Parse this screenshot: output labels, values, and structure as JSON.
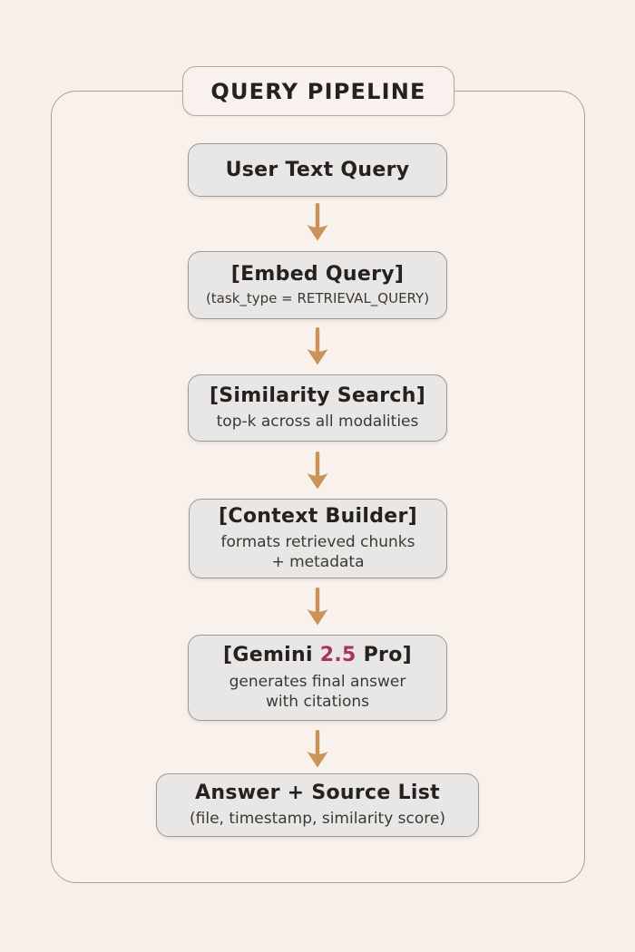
{
  "title": "QUERY PIPELINE",
  "nodes": [
    {
      "id": "user-text-query",
      "heading": "User Text Query"
    },
    {
      "id": "embed-query",
      "heading": "[Embed Query]",
      "subtitle_lines": [
        "(task_type = RETRIEVAL_QUERY)"
      ]
    },
    {
      "id": "similarity-search",
      "heading": "[Similarity Search]",
      "subtitle_lines": [
        "top-k across all modalities"
      ]
    },
    {
      "id": "context-builder",
      "heading": "[Context Builder]",
      "subtitle_lines": [
        "formats retrieved chunks",
        "+ metadata"
      ]
    },
    {
      "id": "gemini-2-5-pro",
      "heading_prefix": "[Gemini ",
      "heading_highlight": "2.5",
      "heading_suffix": " Pro]",
      "subtitle_lines": [
        "generates final answer",
        "with citations"
      ]
    },
    {
      "id": "answer-source-list",
      "heading": "Answer + Source List",
      "subtitle_lines": [
        "(file, timestamp, similarity score)"
      ]
    }
  ],
  "colors": {
    "background": "#f8efe9",
    "panel_border": "#a8a29b",
    "node_fill": "#e9e7e5",
    "node_border": "#9b9a97",
    "arrow": "#c9935a",
    "heading_text": "#24211f",
    "subtitle_text": "#3b3835",
    "highlight": "#a93264"
  }
}
